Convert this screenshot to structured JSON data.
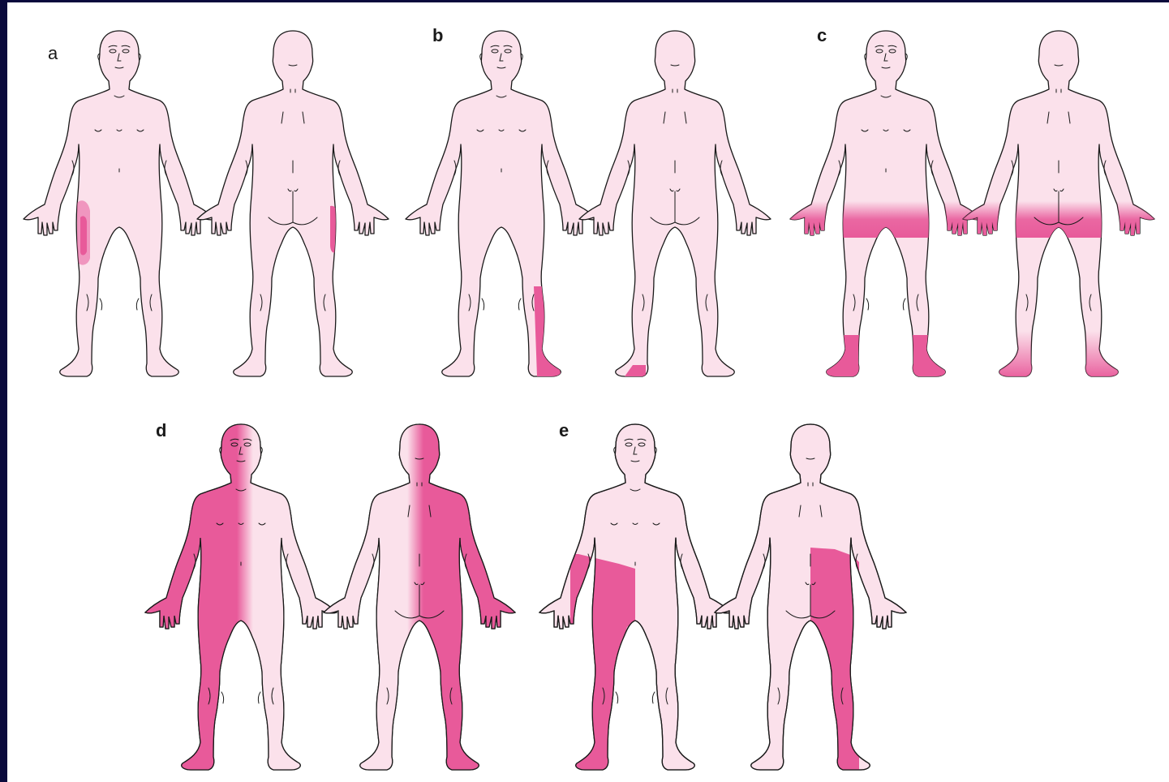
{
  "panels": [
    {
      "label": "a"
    },
    {
      "label": "b"
    },
    {
      "label": "c"
    },
    {
      "label": "d"
    },
    {
      "label": "e"
    }
  ],
  "colors": {
    "skin": "#fbe1eb",
    "highlight": "#e85a9a",
    "outline": "#1a1a1a",
    "frame": "#0a0a3c"
  }
}
